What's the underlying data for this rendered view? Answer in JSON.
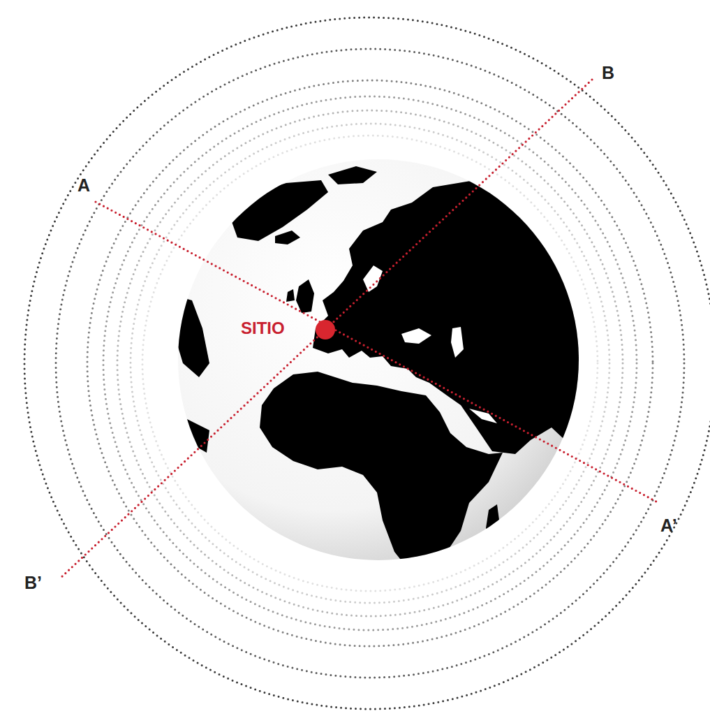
{
  "diagram": {
    "labels": [
      "B",
      "A",
      "SITIO",
      "A’",
      "B’"
    ]
  }
}
